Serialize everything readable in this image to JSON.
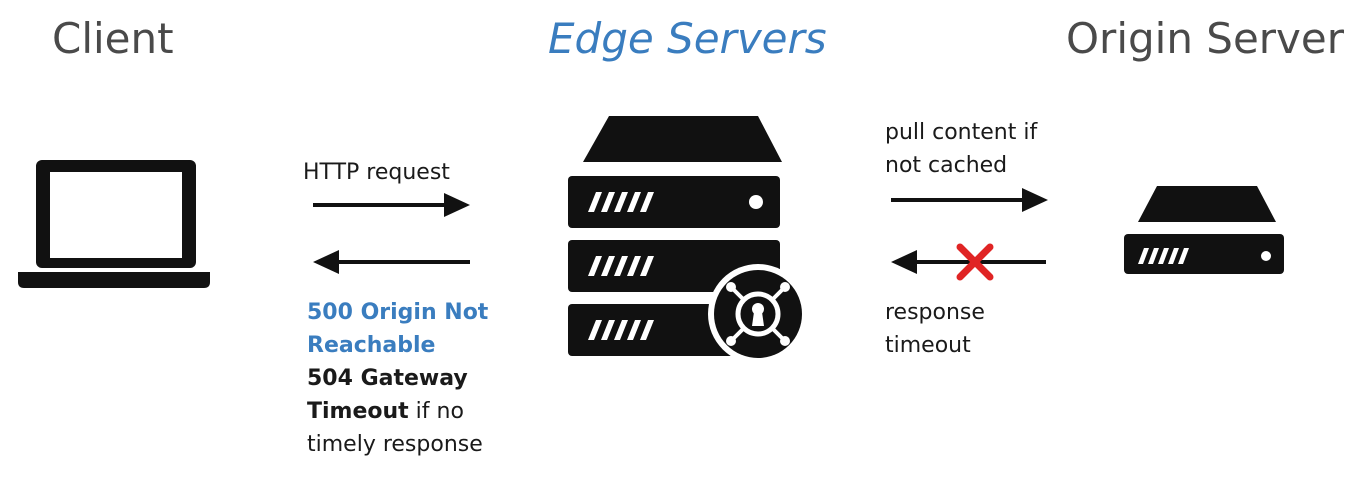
{
  "headings": {
    "client": "Client",
    "edge": "Edge Servers",
    "origin": "Origin Server"
  },
  "labels": {
    "http_request": "HTTP request",
    "pull_line1": "pull content if",
    "pull_line2": "not cached",
    "response_line1": "response",
    "response_line2": "timeout"
  },
  "errors": {
    "line1": "500 Origin Not",
    "line2": "Reachable",
    "line3": "504 Gateway",
    "line4_bold": "Timeout",
    "line4_rest": " if no",
    "line5": "timely response"
  },
  "icons": {
    "client": "laptop-icon",
    "edge": "server-stack-icon",
    "origin": "server-icon",
    "lock": "lock-icon",
    "failure": "x-mark-icon"
  },
  "colors": {
    "accent_blue": "#3a7dbf",
    "heading_gray": "#4a4a4a",
    "error_red": "#e02424",
    "icon_black": "#111111"
  }
}
